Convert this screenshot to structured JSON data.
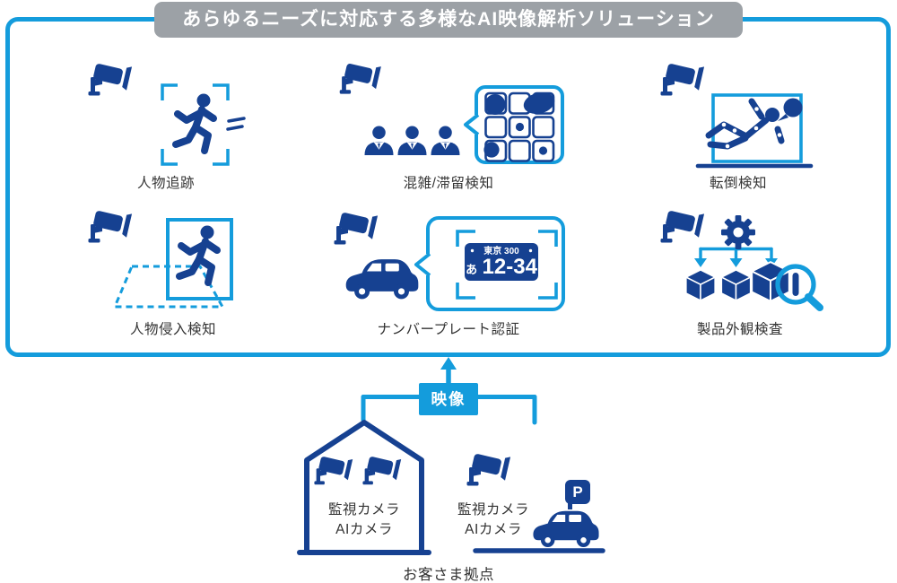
{
  "banner": {
    "title": "あらゆるニーズに対応する多様なAI映像解析ソリューション"
  },
  "solutions": [
    {
      "id": "person-tracking",
      "label": "人物追跡"
    },
    {
      "id": "congestion-detection",
      "label": "混雑/滞留検知"
    },
    {
      "id": "fall-detection",
      "label": "転倒検知"
    },
    {
      "id": "intrusion-detection",
      "label": "人物侵入検知"
    },
    {
      "id": "license-plate-recognition",
      "label": "ナンバープレート認証",
      "plate": {
        "region": "東京 300",
        "kana": "あ",
        "number": "12-34"
      }
    },
    {
      "id": "product-inspection",
      "label": "製品外観検査"
    }
  ],
  "flow": {
    "video_label": "映像"
  },
  "site": {
    "label": "お客さま拠点",
    "sources": [
      {
        "type": "building",
        "lines": [
          "監視カメラ",
          "AIカメラ"
        ]
      },
      {
        "type": "parking",
        "lines": [
          "監視カメラ",
          "AIカメラ"
        ],
        "parking_sign": "P"
      }
    ]
  },
  "colors": {
    "accent_blue": "#149CDC",
    "navy": "#164191",
    "banner_gray": "#9CA1A6",
    "label_text": "#333333"
  }
}
